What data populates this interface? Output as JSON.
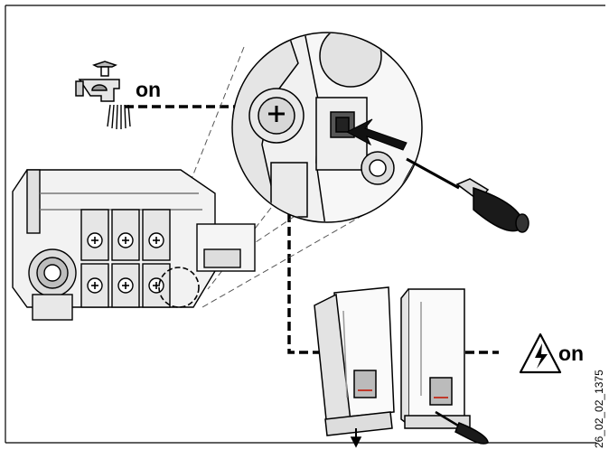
{
  "labels": {
    "water_on": "on",
    "power_on": "on",
    "figure_code": "26_02_02_1375"
  },
  "colors": {
    "line": "#000000",
    "frame": "#000000",
    "background": "#ffffff",
    "fill_light": "#e8e8e8",
    "fill_mid": "#bdbdbd",
    "accent_red": "#c0392b"
  },
  "icons": [
    "water-tap-icon",
    "electric-hazard-icon",
    "screwdriver-icon",
    "arrow-icon"
  ]
}
